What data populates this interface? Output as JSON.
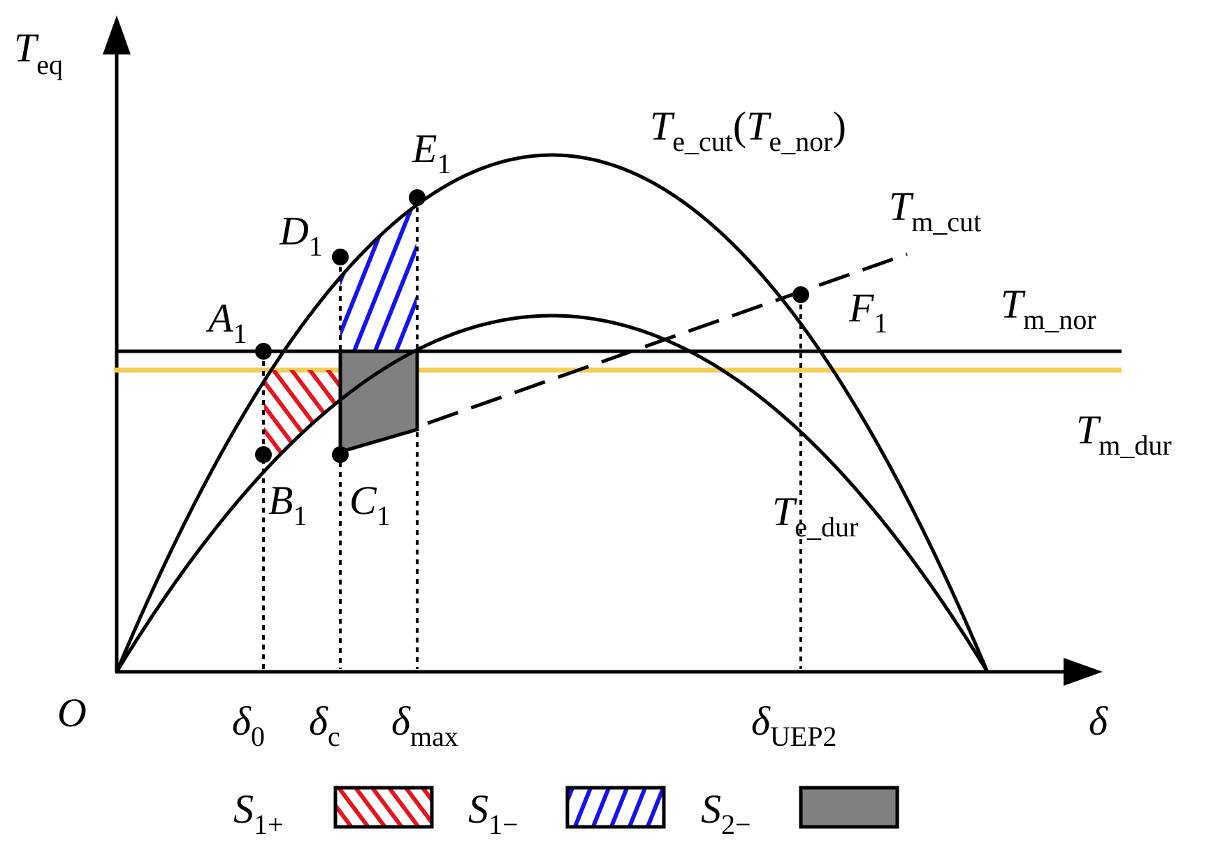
{
  "axes": {
    "y_label": "T",
    "y_label_sub": "eq",
    "x_label": "δ",
    "origin_label": "O"
  },
  "curves": {
    "e_cut": {
      "main": "T",
      "sub1": "e_cut",
      "paren_open": "(",
      "main2": "T",
      "sub2": "e_nor",
      "paren_close": ")"
    },
    "m_cut": {
      "main": "T",
      "sub": "m_cut"
    },
    "m_nor": {
      "main": "T",
      "sub": "m_nor"
    },
    "m_dur": {
      "main": "T",
      "sub": "m_dur"
    },
    "e_dur": {
      "main": "T",
      "sub": "e_dur"
    }
  },
  "points": {
    "A1": {
      "main": "A",
      "sub": "1"
    },
    "B1": {
      "main": "B",
      "sub": "1"
    },
    "C1": {
      "main": "C",
      "sub": "1"
    },
    "D1": {
      "main": "D",
      "sub": "1"
    },
    "E1": {
      "main": "E",
      "sub": "1"
    },
    "F1": {
      "main": "F",
      "sub": "1"
    }
  },
  "ticks": {
    "d0": {
      "main": "δ",
      "sub": "0"
    },
    "dc": {
      "main": "δ",
      "sub": "c"
    },
    "dmax": {
      "main": "δ",
      "sub": "max"
    },
    "duep2": {
      "main": "δ",
      "sub": "UEP2"
    }
  },
  "legend": {
    "s1plus": {
      "main": "S",
      "sub": "1+"
    },
    "s1minus": {
      "main": "S",
      "sub": "1−"
    },
    "s2minus": {
      "main": "S",
      "sub": "2−"
    }
  },
  "colors": {
    "axis": "#000000",
    "m_dur_line": "#F5CE55",
    "s1plus_hatch": "#E8141E",
    "s1minus_hatch": "#1414F0",
    "s2minus_fill": "#808080"
  }
}
